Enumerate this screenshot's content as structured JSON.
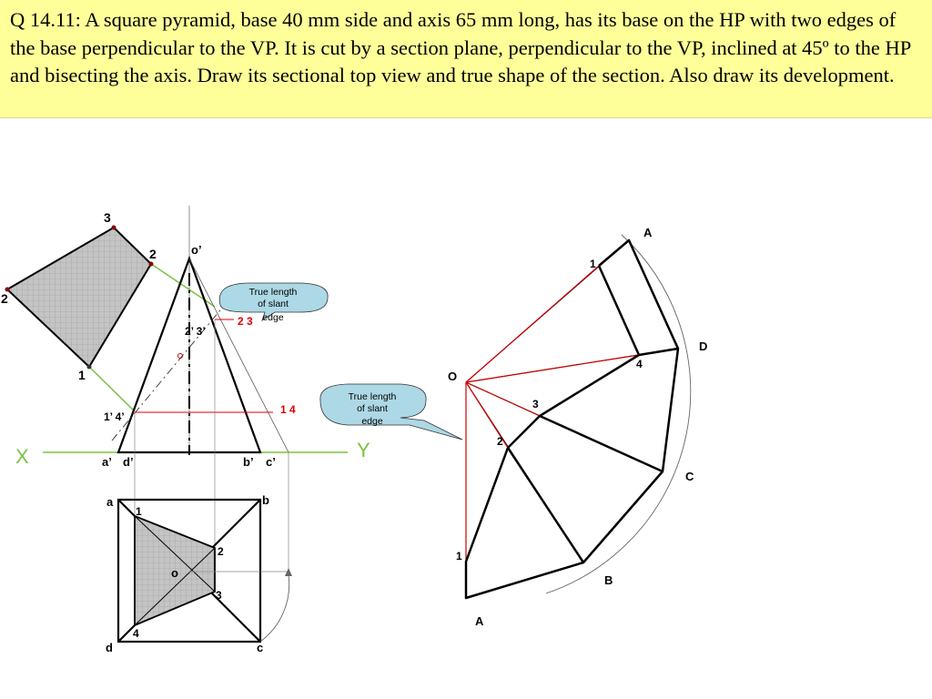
{
  "question": {
    "text": "Q 14.11: A square pyramid, base 40 mm side and axis 65 mm long, has its base on the HP with two edges of the base perpendicular to the VP. It is cut by a section plane, perpendicular to the VP, inclined at 45º to the HP and bisecting the axis. Draw its sectional top view and true shape of the section. Also draw its development."
  },
  "callouts": [
    {
      "lines": [
        "True length",
        "of slant",
        "edge"
      ]
    },
    {
      "lines": [
        "True length",
        "of slant",
        "edge"
      ]
    }
  ],
  "xy_line": {
    "x_label": "X",
    "y_label": "Y"
  },
  "front_view_labels": {
    "apex": "o’",
    "base_left": "a’",
    "base_left2": "d’",
    "base_right": "b’",
    "base_right2": "c’",
    "section_top": "2’ 3’",
    "section_bottom": "1’ 4’",
    "tl_top": "2  3",
    "tl_bottom": "1  4"
  },
  "top_view_labels": {
    "a": "a",
    "b": "b",
    "c": "c",
    "d": "d",
    "o": "o",
    "p1": "1",
    "p2": "2",
    "p3": "3",
    "p4": "4"
  },
  "true_shape_labels": {
    "p1": "1",
    "p2": "2",
    "p2b": "2",
    "p3": "3"
  },
  "development_labels": {
    "o": "O",
    "A_top": "A",
    "D": "D",
    "C": "C",
    "B": "B",
    "A_bottom": "A",
    "p1_top": "1",
    "p4": "4",
    "p3": "3",
    "p2": "2",
    "p1_bottom": "1"
  },
  "colors": {
    "background_title": "#ffff99",
    "xy_line": "#7cc242",
    "section_line": "#7cc242",
    "true_length": "#e00000",
    "callout_fill": "#add8e6",
    "hatch": "#c8c8c8"
  }
}
